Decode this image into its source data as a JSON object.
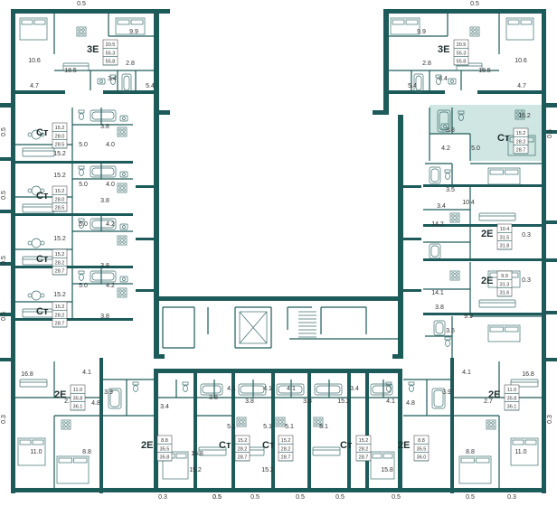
{
  "plan": {
    "apartments": [
      {
        "id": "nw-3e",
        "type": "3Е",
        "areas": [
          "20.5",
          "55.3",
          "55.8"
        ]
      },
      {
        "id": "ne-3e",
        "type": "3Е",
        "areas": [
          "20.5",
          "55.3",
          "55.8"
        ]
      },
      {
        "id": "w-st1",
        "type": "Ст",
        "areas": [
          "15.2",
          "28.0",
          "28.5"
        ]
      },
      {
        "id": "w-st2",
        "type": "Ст",
        "areas": [
          "15.2",
          "28.0",
          "28.5"
        ]
      },
      {
        "id": "w-st3",
        "type": "Ст",
        "areas": [
          "15.2",
          "28.2",
          "28.7"
        ]
      },
      {
        "id": "w-st4",
        "type": "Ст",
        "areas": [
          "15.2",
          "28.2",
          "28.7"
        ]
      },
      {
        "id": "e-st1",
        "type": "Ст",
        "areas": [
          "15.2",
          "28.2",
          "28.7"
        ],
        "highlighted": true
      },
      {
        "id": "e-2e1",
        "type": "2Е",
        "areas": [
          "10.4",
          "31.5",
          "31.8"
        ]
      },
      {
        "id": "e-2e2",
        "type": "2Е",
        "areas": [
          "9.9",
          "31.3",
          "31.6"
        ]
      },
      {
        "id": "sw-2e",
        "type": "2Е",
        "areas": [
          "11.0",
          "35.8",
          "36.1"
        ]
      },
      {
        "id": "se-2e",
        "type": "2Е",
        "areas": [
          "11.0",
          "35.8",
          "36.1"
        ]
      },
      {
        "id": "s-2e1",
        "type": "2Е",
        "areas": [
          "8.8",
          "35.5",
          "35.8"
        ]
      },
      {
        "id": "s-st1",
        "type": "Ст",
        "areas": [
          "15.2",
          "28.2",
          "28.7"
        ]
      },
      {
        "id": "s-st2",
        "type": "Ст",
        "areas": [
          "15.2",
          "28.2",
          "28.7"
        ]
      },
      {
        "id": "s-st3",
        "type": "Ст",
        "areas": [
          "15.2",
          "28.2",
          "28.7"
        ]
      },
      {
        "id": "s-2e2",
        "type": "2Е",
        "areas": [
          "8.8",
          "35.5",
          "36.0"
        ]
      }
    ],
    "room_labels": [
      {
        "id": "r1",
        "text": "0.5"
      },
      {
        "id": "r2",
        "text": "9.9"
      },
      {
        "id": "r3",
        "text": "10.6"
      },
      {
        "id": "r4",
        "text": "18.5"
      },
      {
        "id": "r5",
        "text": "2.8"
      },
      {
        "id": "r6",
        "text": "5.4"
      },
      {
        "id": "r7",
        "text": "4.7"
      },
      {
        "id": "r8",
        "text": "3.4"
      },
      {
        "id": "r9",
        "text": "0.5"
      },
      {
        "id": "r10",
        "text": "9.9"
      },
      {
        "id": "r11",
        "text": "10.6"
      },
      {
        "id": "r12",
        "text": "18.5"
      },
      {
        "id": "r13",
        "text": "2.8"
      },
      {
        "id": "r14",
        "text": "5.4"
      },
      {
        "id": "r15",
        "text": "4.7"
      },
      {
        "id": "r16",
        "text": "3.4"
      },
      {
        "id": "r17",
        "text": "3.8"
      },
      {
        "id": "r18",
        "text": "5.0"
      },
      {
        "id": "r19",
        "text": "4.0"
      },
      {
        "id": "r20",
        "text": "15.2"
      },
      {
        "id": "r21",
        "text": "0.5"
      },
      {
        "id": "r22",
        "text": "5.0"
      },
      {
        "id": "r23",
        "text": "4.0"
      },
      {
        "id": "r24",
        "text": "3.8"
      },
      {
        "id": "r25",
        "text": "15.2"
      },
      {
        "id": "r26",
        "text": "0.5"
      },
      {
        "id": "r27",
        "text": "5.0"
      },
      {
        "id": "r28",
        "text": "4.2"
      },
      {
        "id": "r29",
        "text": "3.8"
      },
      {
        "id": "r30",
        "text": "15.2"
      },
      {
        "id": "r31",
        "text": "0.5"
      },
      {
        "id": "r32",
        "text": "5.0"
      },
      {
        "id": "r33",
        "text": "4.2"
      },
      {
        "id": "r34",
        "text": "3.8"
      },
      {
        "id": "r35",
        "text": "15.2"
      },
      {
        "id": "r36",
        "text": "0.5"
      },
      {
        "id": "r37",
        "text": "15.2"
      },
      {
        "id": "r38",
        "text": "3.8"
      },
      {
        "id": "r39",
        "text": "4.2"
      },
      {
        "id": "r40",
        "text": "5.0"
      },
      {
        "id": "r41",
        "text": "0.5"
      },
      {
        "id": "r42",
        "text": "3.5"
      },
      {
        "id": "r43",
        "text": "3.4"
      },
      {
        "id": "r44",
        "text": "10.4"
      },
      {
        "id": "r45",
        "text": "14.2"
      },
      {
        "id": "r46",
        "text": "0.3"
      },
      {
        "id": "r47",
        "text": "14.1"
      },
      {
        "id": "r48",
        "text": "0.3"
      },
      {
        "id": "r49",
        "text": "3.8"
      },
      {
        "id": "r50",
        "text": "9.9"
      },
      {
        "id": "r51",
        "text": "3.5"
      },
      {
        "id": "r52",
        "text": "16.8"
      },
      {
        "id": "r53",
        "text": "4.1"
      },
      {
        "id": "r54",
        "text": "3.9"
      },
      {
        "id": "r55",
        "text": "4.8"
      },
      {
        "id": "r56",
        "text": "2.7"
      },
      {
        "id": "r57",
        "text": "0.3"
      },
      {
        "id": "r58",
        "text": "11.0"
      },
      {
        "id": "r59",
        "text": "8.8"
      },
      {
        "id": "r60",
        "text": "16.8"
      },
      {
        "id": "r61",
        "text": "4.1"
      },
      {
        "id": "r62",
        "text": "3.9"
      },
      {
        "id": "r63",
        "text": "4.8"
      },
      {
        "id": "r64",
        "text": "2.7"
      },
      {
        "id": "r65",
        "text": "0.3"
      },
      {
        "id": "r66",
        "text": "11.0"
      },
      {
        "id": "r67",
        "text": "8.8"
      },
      {
        "id": "r68",
        "text": "3.4"
      },
      {
        "id": "r69",
        "text": "3.8"
      },
      {
        "id": "r70",
        "text": "4.1"
      },
      {
        "id": "r71",
        "text": "5.1"
      },
      {
        "id": "r72",
        "text": "15.8"
      },
      {
        "id": "r73",
        "text": "15.2"
      },
      {
        "id": "r74",
        "text": "4.1"
      },
      {
        "id": "r75",
        "text": "3.8"
      },
      {
        "id": "r76",
        "text": "5.1"
      },
      {
        "id": "r77",
        "text": "15.2"
      },
      {
        "id": "r78",
        "text": "3.8"
      },
      {
        "id": "r79",
        "text": "4.1"
      },
      {
        "id": "r80",
        "text": "5.1"
      },
      {
        "id": "r81",
        "text": "15.2"
      },
      {
        "id": "r82",
        "text": "3.4"
      },
      {
        "id": "r83",
        "text": "4.1"
      },
      {
        "id": "r84",
        "text": "5.1"
      },
      {
        "id": "r85",
        "text": "15.8"
      },
      {
        "id": "r86",
        "text": "0.3"
      },
      {
        "id": "r87",
        "text": "0.5"
      },
      {
        "id": "r88",
        "text": "0.5"
      },
      {
        "id": "r89",
        "text": "0.5"
      },
      {
        "id": "r90",
        "text": "0.5"
      },
      {
        "id": "r91",
        "text": "0.5"
      },
      {
        "id": "r92",
        "text": "0.3"
      },
      {
        "id": "r93",
        "text": "0.5"
      },
      {
        "id": "r94",
        "text": "0.5"
      }
    ]
  }
}
